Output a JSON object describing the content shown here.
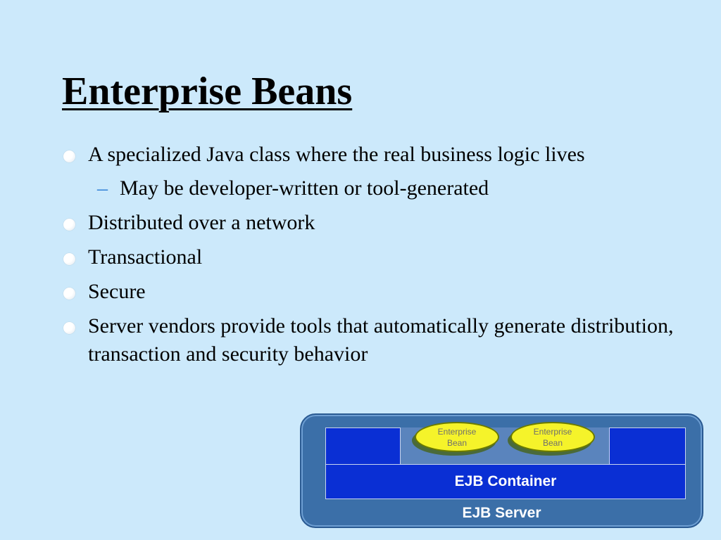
{
  "slide": {
    "title": "Enterprise Beans",
    "bullets": [
      "A specialized Java class where the real business logic lives",
      "Distributed over a network",
      "Transactional",
      "Secure",
      "Server vendors provide tools that automatically generate distribution, transaction and security behavior"
    ],
    "sub_bullet": {
      "marker": "–",
      "text": "May be developer-written or tool-generated"
    }
  },
  "diagram": {
    "beans": [
      {
        "line1": "Enterprise",
        "line2": "Bean"
      },
      {
        "line1": "Enterprise",
        "line2": "Bean"
      }
    ],
    "container_label": "EJB Container",
    "server_label": "EJB Server"
  },
  "colors": {
    "background": "#cce9fb",
    "server": "#3b6fa8",
    "container": "#0a2fd4",
    "bean": "#f5f32a",
    "sub_marker": "#2f7fd6"
  }
}
